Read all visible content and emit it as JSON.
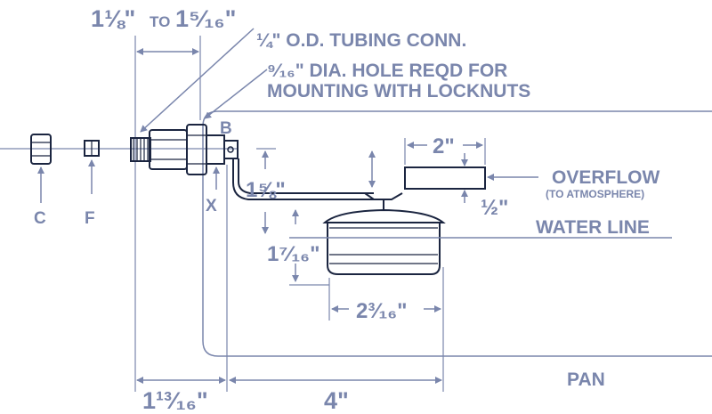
{
  "labels": {
    "port_range_a": "1⅛\"",
    "port_range_to": "TO",
    "port_range_b": "1⁵⁄₁₆\"",
    "tubing": "¼\" O.D. TUBING CONN.",
    "hole_line1": "⁹⁄₁₆\" DIA. HOLE REQD FOR",
    "hole_line2": "MOUNTING WITH LOCKNUTS",
    "b": "B",
    "x": "X",
    "c": "C",
    "f": "F",
    "dim_2": "2\"",
    "overflow": "OVERFLOW",
    "to_atmosphere": "(TO ATMOSPHERE)",
    "dim_half": "½\"",
    "dim_1_5_8": "1⅝\"",
    "water_line": "WATER LINE",
    "dim_1_7_16": "1⁷⁄₁₆\"",
    "dim_2_3_16": "2³⁄₁₆\"",
    "pan": "PAN",
    "dim_1_13_16": "1¹³⁄₁₆\"",
    "dim_4": "4\""
  },
  "colors": {
    "label": "#7a86ac",
    "part": "#1b2540",
    "background": "#ffffff"
  }
}
